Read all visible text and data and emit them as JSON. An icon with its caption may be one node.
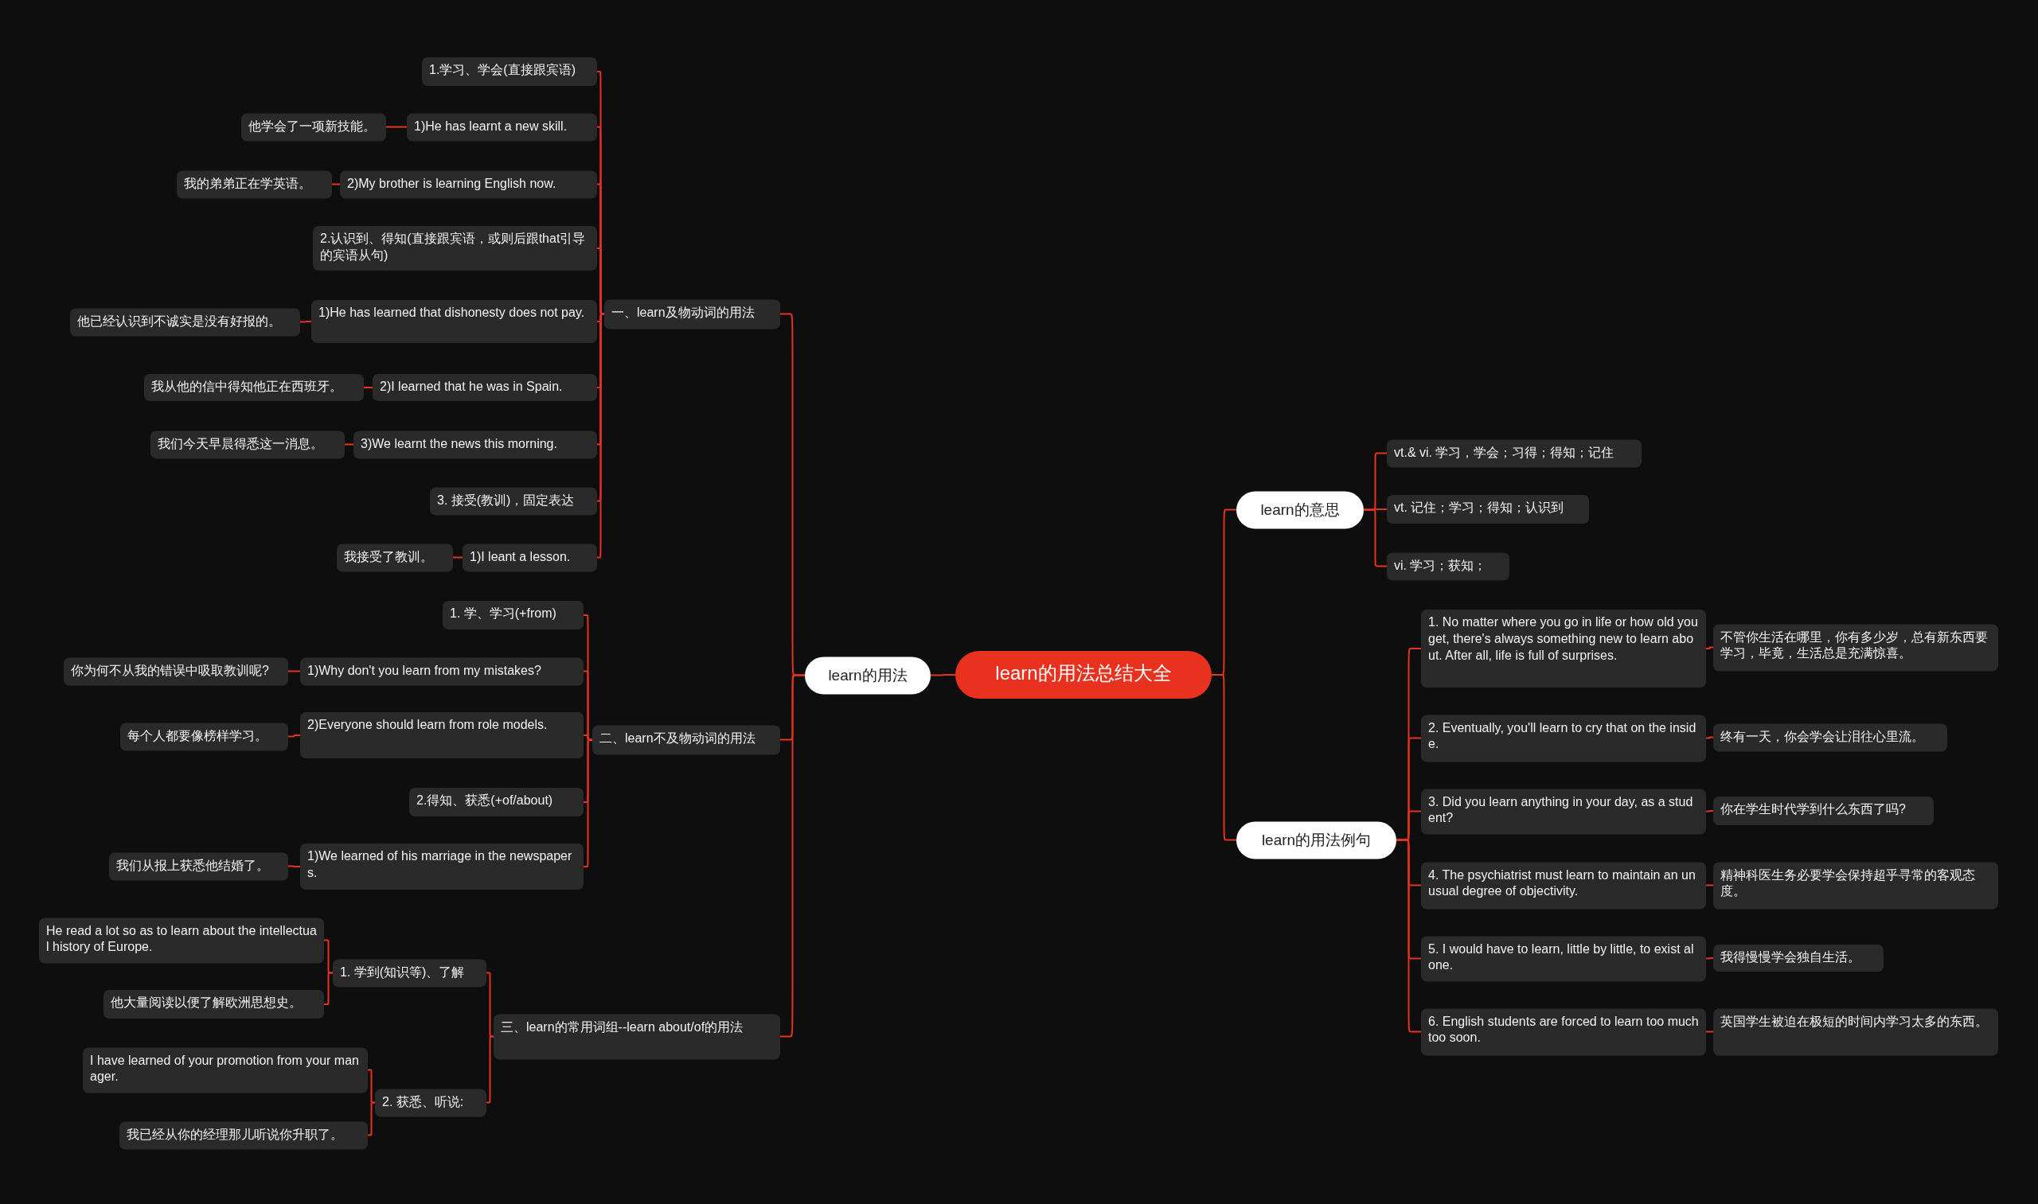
{
  "diagram": {
    "nodes": [
      {
        "text": [
          "learn的用法总结大全"
        ]
      },
      {
        "text": [
          "learn的用法"
        ]
      },
      {
        "text": [
          "一、learn及物动词的用法"
        ]
      },
      {
        "text": [
          "1.学习、学会(直接跟宾语)"
        ]
      },
      {
        "text": [
          "1)He has learnt a new skill."
        ]
      },
      {
        "text": [
          "他学会了一项新技能。"
        ]
      },
      {
        "text": [
          "2)My brother is learning English now."
        ]
      },
      {
        "text": [
          "我的弟弟正在学英语。"
        ]
      },
      {
        "text": [
          "2.认识到、得知(直接跟宾语，或则后跟that引导的宾语从句)"
        ]
      },
      {
        "text": [
          "1)He has learned that dishonesty does not pay."
        ]
      },
      {
        "text": [
          "他已经认识到不诚实是没有好报的。"
        ]
      },
      {
        "text": [
          "2)I learned that he was in Spain."
        ]
      },
      {
        "text": [
          "我从他的信中得知他正在西班牙。"
        ]
      },
      {
        "text": [
          "3)We learnt the news this morning."
        ]
      },
      {
        "text": [
          "我们今天早晨得悉这一消息。"
        ]
      },
      {
        "text": [
          "3. 接受(教训)，固定表达"
        ]
      },
      {
        "text": [
          "1)I leant a lesson."
        ]
      },
      {
        "text": [
          "我接受了教训。"
        ]
      },
      {
        "text": [
          "二、learn不及物动词的用法"
        ]
      },
      {
        "text": [
          "1. 学、学习(+from)"
        ]
      },
      {
        "text": [
          "1)Why don't you learn from my mistakes?"
        ]
      },
      {
        "text": [
          "你为何不从我的错误中吸取教训呢?"
        ]
      },
      {
        "text": [
          "2)Everyone should learn from role models."
        ]
      },
      {
        "text": [
          "每个人都要像榜样学习。"
        ]
      },
      {
        "text": [
          "2.得知、获悉(+of/about)"
        ]
      },
      {
        "text": [
          "1)We learned of his marriage in the newspapers."
        ]
      },
      {
        "text": [
          "我们从报上获悉他结婚了。"
        ]
      },
      {
        "text": [
          "三、learn的常用词组--learn about/of的用法"
        ]
      },
      {
        "text": [
          "1. 学到(知识等)、了解"
        ]
      },
      {
        "text": [
          "He read a lot so as to learn about the intellectual history of Europe."
        ]
      },
      {
        "text": [
          "他大量阅读以便了解欧洲思想史。"
        ]
      },
      {
        "text": [
          "2. 获悉、听说:"
        ]
      },
      {
        "text": [
          "I have learned of your promotion from your manager."
        ]
      },
      {
        "text": [
          "我已经从你的经理那儿听说你升职了。"
        ]
      },
      {
        "text": [
          "learn的意思"
        ]
      },
      {
        "text": [
          "vt.& vi. 学习，学会；习得；得知；记住"
        ]
      },
      {
        "text": [
          "vt. 记住；学习；得知；认识到"
        ]
      },
      {
        "text": [
          "vi. 学习；获知；"
        ]
      },
      {
        "text": [
          "learn的用法例句"
        ]
      },
      {
        "text": [
          "1. No matter where you go in life or how old you get, there's always something new to learn about. After all, life is full of surprises."
        ]
      },
      {
        "text": [
          "不管你生活在哪里，你有多少岁，总有新东西要学习，毕竟，生活总是充满惊喜。"
        ]
      },
      {
        "text": [
          "2. Eventually, you'll learn to cry that on the inside."
        ]
      },
      {
        "text": [
          "终有一天，你会学会让泪往心里流。"
        ]
      },
      {
        "text": [
          "3. Did you learn anything in your day, as a student?"
        ]
      },
      {
        "text": [
          "你在学生时代学到什么东西了吗?"
        ]
      },
      {
        "text": [
          "4. The psychiatrist must learn to maintain an unusual degree of objectivity."
        ]
      },
      {
        "text": [
          "精神科医生务必要学会保持超乎寻常的客观态度。"
        ]
      },
      {
        "text": [
          "5. I would have to learn, little by little, to exist alone."
        ]
      },
      {
        "text": [
          "我得慢慢学会独自生活。"
        ]
      },
      {
        "text": [
          "6. English students are forced to learn too much too soon."
        ]
      },
      {
        "text": [
          "英国学生被迫在极短的时间内学习太多的东西。"
        ]
      }
    ],
    "edges": [
      {
        "from": 0,
        "to": 1,
        "arrow": "none"
      },
      {
        "from": 0,
        "to": 34,
        "arrow": "none"
      },
      {
        "from": 0,
        "to": 38,
        "arrow": "none"
      },
      {
        "from": 1,
        "to": 2,
        "arrow": "none"
      },
      {
        "from": 1,
        "to": 18,
        "arrow": "none"
      },
      {
        "from": 1,
        "to": 27,
        "arrow": "none"
      },
      {
        "from": 2,
        "to": 3,
        "arrow": "none"
      },
      {
        "from": 2,
        "to": 4,
        "arrow": "none"
      },
      {
        "from": 2,
        "to": 6,
        "arrow": "none"
      },
      {
        "from": 2,
        "to": 8,
        "arrow": "none"
      },
      {
        "from": 2,
        "to": 9,
        "arrow": "none"
      },
      {
        "from": 2,
        "to": 11,
        "arrow": "none"
      },
      {
        "from": 2,
        "to": 13,
        "arrow": "none"
      },
      {
        "from": 2,
        "to": 15,
        "arrow": "none"
      },
      {
        "from": 2,
        "to": 16,
        "arrow": "none"
      },
      {
        "from": 4,
        "to": 5,
        "arrow": "none"
      },
      {
        "from": 6,
        "to": 7,
        "arrow": "none"
      },
      {
        "from": 9,
        "to": 10,
        "arrow": "none"
      },
      {
        "from": 11,
        "to": 12,
        "arrow": "none"
      },
      {
        "from": 13,
        "to": 14,
        "arrow": "none"
      },
      {
        "from": 16,
        "to": 17,
        "arrow": "none"
      },
      {
        "from": 18,
        "to": 19,
        "arrow": "none"
      },
      {
        "from": 18,
        "to": 20,
        "arrow": "none"
      },
      {
        "from": 18,
        "to": 22,
        "arrow": "none"
      },
      {
        "from": 18,
        "to": 24,
        "arrow": "none"
      },
      {
        "from": 18,
        "to": 25,
        "arrow": "none"
      },
      {
        "from": 20,
        "to": 21,
        "arrow": "none"
      },
      {
        "from": 22,
        "to": 23,
        "arrow": "none"
      },
      {
        "from": 25,
        "to": 26,
        "arrow": "none"
      },
      {
        "from": 27,
        "to": 28,
        "arrow": "none"
      },
      {
        "from": 27,
        "to": 31,
        "arrow": "none"
      },
      {
        "from": 28,
        "to": 29,
        "arrow": "none"
      },
      {
        "from": 28,
        "to": 30,
        "arrow": "none"
      },
      {
        "from": 31,
        "to": 32,
        "arrow": "none"
      },
      {
        "from": 31,
        "to": 33,
        "arrow": "none"
      },
      {
        "from": 34,
        "to": 35,
        "arrow": "none"
      },
      {
        "from": 34,
        "to": 36,
        "arrow": "none"
      },
      {
        "from": 34,
        "to": 37,
        "arrow": "none"
      },
      {
        "from": 38,
        "to": 39,
        "arrow": "none"
      },
      {
        "from": 38,
        "to": 41,
        "arrow": "none"
      },
      {
        "from": 38,
        "to": 43,
        "arrow": "none"
      },
      {
        "from": 38,
        "to": 45,
        "arrow": "none"
      },
      {
        "from": 38,
        "to": 47,
        "arrow": "none"
      },
      {
        "from": 38,
        "to": 49,
        "arrow": "none"
      },
      {
        "from": 39,
        "to": 40,
        "arrow": "none"
      },
      {
        "from": 41,
        "to": 42,
        "arrow": "none"
      },
      {
        "from": 43,
        "to": 44,
        "arrow": "none"
      },
      {
        "from": 45,
        "to": 46,
        "arrow": "none"
      },
      {
        "from": 47,
        "to": 48,
        "arrow": "none"
      },
      {
        "from": 49,
        "to": 50,
        "arrow": "none"
      }
    ]
  }
}
